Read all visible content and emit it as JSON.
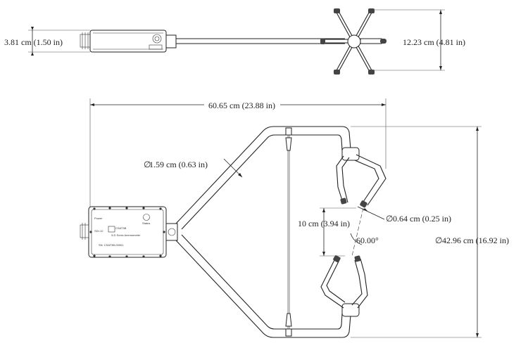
{
  "dimensions": {
    "top_height": "3.81 cm (1.50 in)",
    "transducer_span": "12.23 cm (4.81 in)",
    "overall_length": "60.65 cm (23.88 in)",
    "arm_diameter": "1.59 cm (0.63 in)",
    "path_length": "10 cm (3.94 in)",
    "transducer_diameter": "0.64 cm (0.25 in)",
    "angle": "60.00°",
    "overall_diameter": "42.96 cm (16.92 in)"
  },
  "symbols": {
    "diameter": "∅"
  },
  "electronics_box": {
    "brand": "CSAT3B",
    "caption": "3-D Sonic Anemometer",
    "label_power": "Power",
    "label_sdi": "SDI-12",
    "label_status": "Status",
    "serial": "SN: CSAT3B-00001"
  }
}
